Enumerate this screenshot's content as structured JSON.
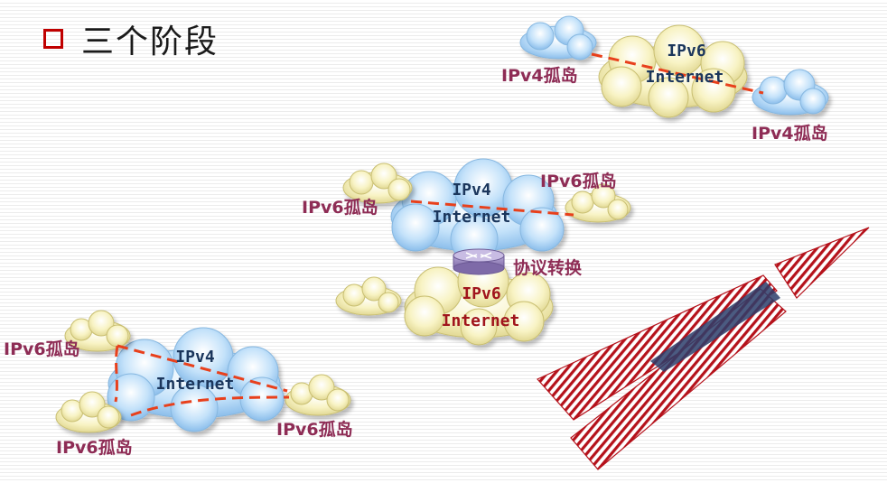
{
  "title": "三个阶段",
  "colors": {
    "bullet": "#c00000",
    "ipv4_cloud": "#a9d3f5",
    "ipv6_cloud": "#f3eeae",
    "tunnel_line": "#e8401c",
    "island_label": "#8e2c55",
    "arrow": "#b5121b"
  },
  "stage1": {
    "internet": {
      "protocol": "IPv6",
      "word": "Internet"
    },
    "island_left": "IPv4孤岛",
    "island_right": "IPv4孤岛"
  },
  "stage2": {
    "ipv4_internet": {
      "protocol": "IPv4",
      "word": "Internet"
    },
    "ipv6_internet": {
      "protocol": "IPv6",
      "word": "Internet"
    },
    "island_left": "IPv6孤岛",
    "island_right": "IPv6孤岛",
    "translator_label": "协议转换",
    "translator_icon": "router-icon"
  },
  "stage3": {
    "internet": {
      "protocol": "IPv4",
      "word": "Internet"
    },
    "island_top_left": "IPv6孤岛",
    "island_bottom_left": "IPv6孤岛",
    "island_right": "IPv6孤岛"
  },
  "arrow_icon": "hatched-arrow-icon"
}
